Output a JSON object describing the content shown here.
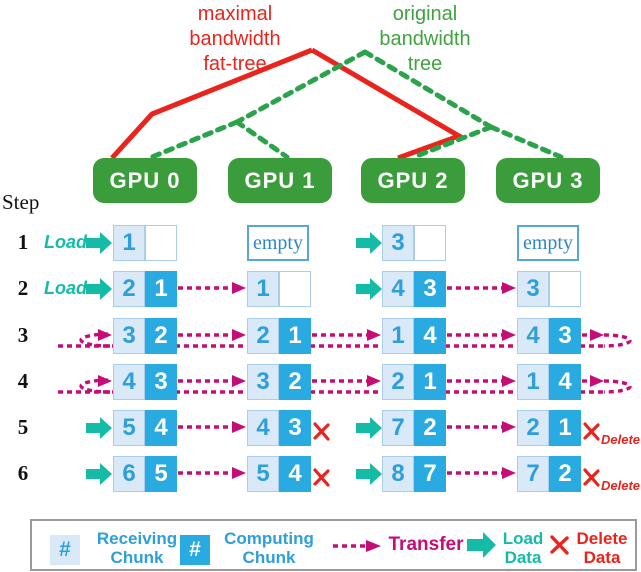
{
  "colors": {
    "red": "#e9241d",
    "green_box": "#3b9c3b",
    "green_line": "#2aa34a",
    "green_text": "#3fa33f",
    "teal": "#14bca7",
    "magenta": "#c60c76",
    "cell_light": "#d9e9f8",
    "cell_dark": "#29abe2",
    "cell_text": "#2e9fda"
  },
  "tree_labels": {
    "fat_tree": {
      "line1": "maximal",
      "line2": "bandwidth",
      "line3": "fat-tree"
    },
    "orig_tree": {
      "line1": "original",
      "line2": "bandwidth",
      "line3": "tree"
    }
  },
  "gpus": [
    "GPU 0",
    "GPU 1",
    "GPU 2",
    "GPU 3"
  ],
  "step_header": "Step",
  "rows": [
    {
      "step": "1",
      "slots": [
        {
          "type": "pair",
          "load": true,
          "load_label": "Load",
          "cells": [
            {
              "v": "1",
              "k": "recv"
            },
            {
              "v": "",
              "k": "blank"
            }
          ]
        },
        {
          "type": "empty",
          "label": "empty"
        },
        {
          "type": "pair",
          "load": true,
          "cells": [
            {
              "v": "3",
              "k": "recv"
            },
            {
              "v": "",
              "k": "blank"
            }
          ]
        },
        {
          "type": "empty",
          "label": "empty"
        }
      ],
      "transfers": [],
      "ring": false,
      "deletes": []
    },
    {
      "step": "2",
      "slots": [
        {
          "type": "pair",
          "load": true,
          "load_label": "Load",
          "cells": [
            {
              "v": "2",
              "k": "recv"
            },
            {
              "v": "1",
              "k": "comp"
            }
          ]
        },
        {
          "type": "pair",
          "cells": [
            {
              "v": "1",
              "k": "recv"
            },
            {
              "v": "",
              "k": "blank"
            }
          ]
        },
        {
          "type": "pair",
          "load": true,
          "cells": [
            {
              "v": "4",
              "k": "recv"
            },
            {
              "v": "3",
              "k": "comp"
            }
          ]
        },
        {
          "type": "pair",
          "cells": [
            {
              "v": "3",
              "k": "recv"
            },
            {
              "v": "",
              "k": "blank"
            }
          ]
        }
      ],
      "transfers": [
        [
          0,
          1
        ],
        [
          2,
          3
        ]
      ],
      "ring": false,
      "deletes": []
    },
    {
      "step": "3",
      "slots": [
        {
          "type": "pair",
          "cells": [
            {
              "v": "3",
              "k": "recv"
            },
            {
              "v": "2",
              "k": "comp"
            }
          ]
        },
        {
          "type": "pair",
          "cells": [
            {
              "v": "2",
              "k": "recv"
            },
            {
              "v": "1",
              "k": "comp"
            }
          ]
        },
        {
          "type": "pair",
          "cells": [
            {
              "v": "1",
              "k": "recv"
            },
            {
              "v": "4",
              "k": "comp"
            }
          ]
        },
        {
          "type": "pair",
          "cells": [
            {
              "v": "4",
              "k": "recv"
            },
            {
              "v": "3",
              "k": "comp"
            }
          ]
        }
      ],
      "transfers": [
        [
          0,
          1
        ],
        [
          1,
          2
        ],
        [
          2,
          3
        ]
      ],
      "ring": true,
      "deletes": []
    },
    {
      "step": "4",
      "slots": [
        {
          "type": "pair",
          "cells": [
            {
              "v": "4",
              "k": "recv"
            },
            {
              "v": "3",
              "k": "comp"
            }
          ]
        },
        {
          "type": "pair",
          "cells": [
            {
              "v": "3",
              "k": "recv"
            },
            {
              "v": "2",
              "k": "comp"
            }
          ]
        },
        {
          "type": "pair",
          "cells": [
            {
              "v": "2",
              "k": "recv"
            },
            {
              "v": "1",
              "k": "comp"
            }
          ]
        },
        {
          "type": "pair",
          "cells": [
            {
              "v": "1",
              "k": "recv"
            },
            {
              "v": "4",
              "k": "comp"
            }
          ]
        }
      ],
      "transfers": [
        [
          0,
          1
        ],
        [
          1,
          2
        ],
        [
          2,
          3
        ]
      ],
      "ring": true,
      "deletes": []
    },
    {
      "step": "5",
      "slots": [
        {
          "type": "pair",
          "load": true,
          "cells": [
            {
              "v": "5",
              "k": "recv"
            },
            {
              "v": "4",
              "k": "comp"
            }
          ]
        },
        {
          "type": "pair",
          "cells": [
            {
              "v": "4",
              "k": "recv"
            },
            {
              "v": "3",
              "k": "comp"
            }
          ]
        },
        {
          "type": "pair",
          "load": true,
          "cells": [
            {
              "v": "7",
              "k": "recv"
            },
            {
              "v": "2",
              "k": "comp"
            }
          ]
        },
        {
          "type": "pair",
          "cells": [
            {
              "v": "2",
              "k": "recv"
            },
            {
              "v": "1",
              "k": "comp"
            }
          ]
        }
      ],
      "transfers": [
        [
          0,
          1
        ],
        [
          2,
          3
        ]
      ],
      "ring": false,
      "deletes": [
        {
          "after": 1,
          "label": ""
        },
        {
          "after": 3,
          "label": "Delete"
        }
      ]
    },
    {
      "step": "6",
      "slots": [
        {
          "type": "pair",
          "load": true,
          "cells": [
            {
              "v": "6",
              "k": "recv"
            },
            {
              "v": "5",
              "k": "comp"
            }
          ]
        },
        {
          "type": "pair",
          "cells": [
            {
              "v": "5",
              "k": "recv"
            },
            {
              "v": "4",
              "k": "comp"
            }
          ]
        },
        {
          "type": "pair",
          "load": true,
          "cells": [
            {
              "v": "8",
              "k": "recv"
            },
            {
              "v": "7",
              "k": "comp"
            }
          ]
        },
        {
          "type": "pair",
          "cells": [
            {
              "v": "7",
              "k": "recv"
            },
            {
              "v": "2",
              "k": "comp"
            }
          ]
        }
      ],
      "transfers": [
        [
          0,
          1
        ],
        [
          2,
          3
        ]
      ],
      "ring": false,
      "deletes": [
        {
          "after": 1,
          "label": ""
        },
        {
          "after": 3,
          "label": "Delete"
        }
      ]
    }
  ],
  "legend": {
    "receiving": {
      "symbol": "#",
      "label1": "Receiving",
      "label2": "Chunk"
    },
    "computing": {
      "symbol": "#",
      "label1": "Computing",
      "label2": "Chunk"
    },
    "transfer": {
      "label": "Transfer"
    },
    "load": {
      "label1": "Load",
      "label2": "Data"
    },
    "delete": {
      "label1": "Delete",
      "label2": "Data"
    }
  }
}
